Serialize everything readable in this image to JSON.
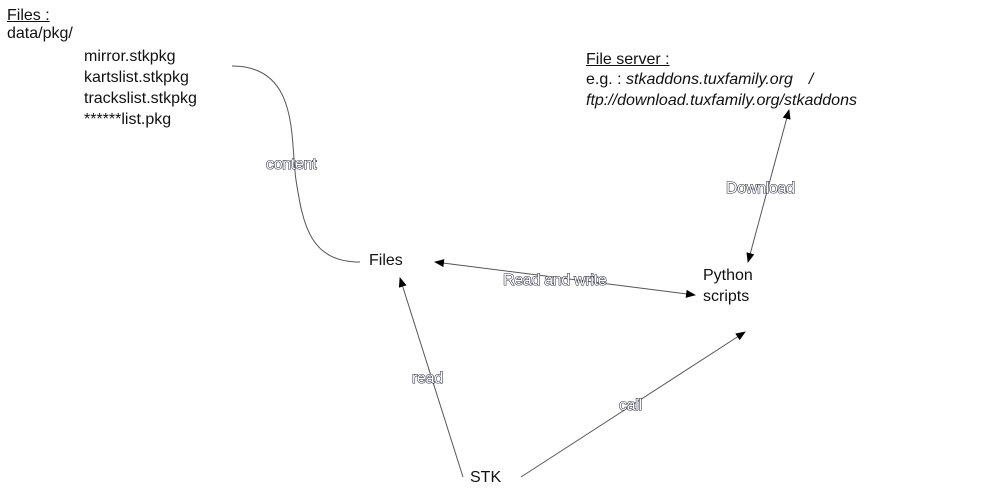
{
  "files_block": {
    "title": "Files :",
    "path": "data/pkg/",
    "items": [
      "mirror.stkpkg",
      "kartslist.stkpkg",
      "trackslist.stkpkg",
      "******list.pkg"
    ]
  },
  "file_server_block": {
    "title": "File server :",
    "example_prefix": "e.g. : ",
    "example_host": "stkaddons.tuxfamily.org",
    "separator": "/",
    "ftp_url": "ftp://download.tuxfamily.org/stkaddons"
  },
  "nodes": {
    "files": "Files",
    "python_line1": "Python",
    "python_line2": "scripts",
    "stk": "STK"
  },
  "edges": {
    "content": "content",
    "download": "Download",
    "read_and_write": "Read and write",
    "read": "read",
    "call": "call"
  }
}
